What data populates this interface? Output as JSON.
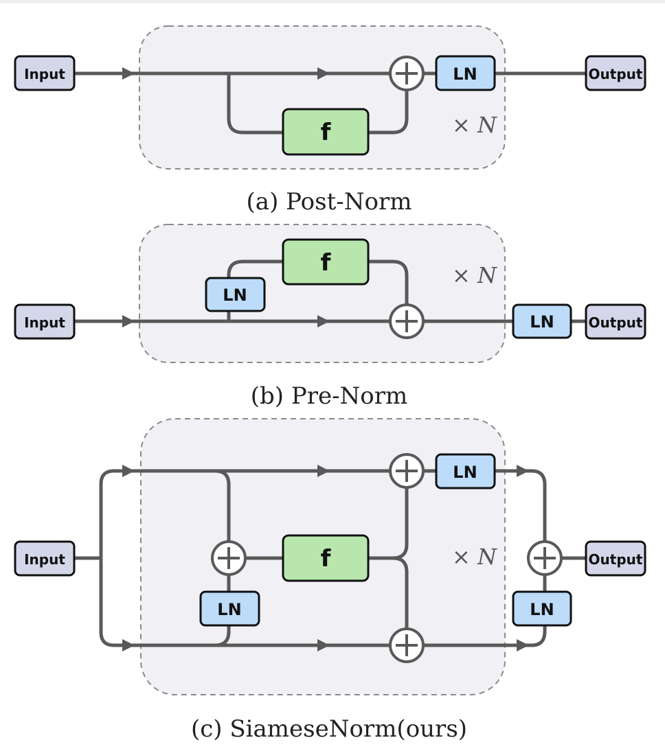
{
  "diagrams": [
    {
      "caption": "(a) Post-Norm",
      "input_label": "Input",
      "output_label": "Output",
      "function_label": "f",
      "norm_label": "LN",
      "repeat_label": "× N"
    },
    {
      "caption": "(b) Pre-Norm",
      "input_label": "Input",
      "output_label": "Output",
      "function_label": "f",
      "norm_label": "LN",
      "norm_label_out": "LN",
      "repeat_label": "× N"
    },
    {
      "caption": "(c) SiameseNorm(ours)",
      "input_label": "Input",
      "output_label": "Output",
      "function_label": "f",
      "norm_label_top": "LN",
      "norm_label_inner": "LN",
      "norm_label_out": "LN",
      "repeat_label": "× N"
    }
  ],
  "colors": {
    "io_box": "#d4d6ea",
    "function_box": "#b8e6ad",
    "norm_box": "#bcdcfa",
    "region": "#f1f1f5",
    "line": "#595959"
  }
}
